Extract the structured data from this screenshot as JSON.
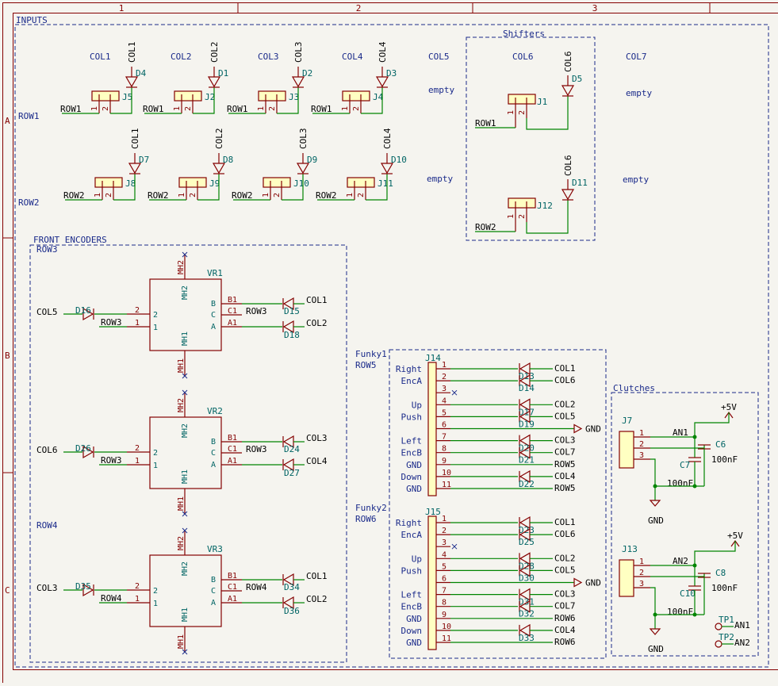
{
  "frame": {
    "cols": [
      "1",
      "2",
      "3"
    ],
    "rows": [
      "A",
      "B",
      "C"
    ]
  },
  "sections": {
    "inputs": "INPUTS",
    "shifters": "Shifters",
    "front_encoders": "FRONT ENCODERS",
    "clutches": "Clutches"
  },
  "columns": [
    "COL1",
    "COL2",
    "COL3",
    "COL4",
    "COL5",
    "COL6",
    "COL7"
  ],
  "empty_label": "empty",
  "rows": {
    "row1": "ROW1",
    "row2": "ROW2",
    "row3": "ROW3",
    "row4": "ROW4",
    "row5": "ROW5",
    "row6": "ROW6"
  },
  "switches_row1": [
    {
      "ref": "J5",
      "diode": "D4",
      "col": "COL1"
    },
    {
      "ref": "J2",
      "diode": "D1",
      "col": "COL2"
    },
    {
      "ref": "J3",
      "diode": "D2",
      "col": "COL3"
    },
    {
      "ref": "J4",
      "diode": "D3",
      "col": "COL4"
    }
  ],
  "switches_row2": [
    {
      "ref": "J8",
      "diode": "D7",
      "col": "COL1"
    },
    {
      "ref": "J9",
      "diode": "D8",
      "col": "COL2"
    },
    {
      "ref": "J10",
      "diode": "D9",
      "col": "COL3"
    },
    {
      "ref": "J11",
      "diode": "D10",
      "col": "COL4"
    }
  ],
  "shifters": [
    {
      "ref": "J1",
      "diode": "D5",
      "col": "COL6",
      "row": "ROW1"
    },
    {
      "ref": "J12",
      "diode": "D11",
      "col": "COL6",
      "row": "ROW2"
    }
  ],
  "encoders": [
    {
      "ref": "VR1",
      "row_title": "ROW3",
      "in_col": "COL5",
      "in_diode": "D16",
      "row": "ROW3",
      "b_col": "COL1",
      "b_diode": "D15",
      "a_col": "COL2",
      "a_diode": "D18"
    },
    {
      "ref": "VR2",
      "row_title": "",
      "in_col": "COL6",
      "in_diode": "D26",
      "row": "ROW3",
      "b_col": "COL3",
      "b_diode": "D24",
      "a_col": "COL4",
      "a_diode": "D27"
    },
    {
      "ref": "VR3",
      "row_title": "ROW4",
      "in_col": "COL3",
      "in_diode": "D35",
      "row": "ROW4",
      "b_col": "COL1",
      "b_diode": "D34",
      "a_col": "COL2",
      "a_diode": "D36"
    }
  ],
  "encoder_pins": {
    "mh2": "MH2",
    "mh1": "MH1",
    "b": "B",
    "c": "C",
    "a": "A",
    "b1": "B1",
    "c1": "C1",
    "a1": "A1",
    "p2": "2",
    "p1": "1"
  },
  "funky": [
    {
      "name": "Funky1",
      "row": "ROW5",
      "ref": "J14",
      "labels": [
        "Right",
        "EncA",
        "",
        "Up",
        "Push",
        "",
        "Left",
        "EncB",
        "GND",
        "Down",
        "GND"
      ],
      "nets": [
        "COL1",
        "COL6",
        "",
        "COL2",
        "COL5",
        "GND",
        "COL3",
        "COL7",
        "ROW5",
        "COL4",
        "ROW5"
      ],
      "diodes": [
        "D13",
        "D14",
        "",
        "D17",
        "D19",
        "",
        "D20",
        "D21",
        "",
        "D22",
        ""
      ]
    },
    {
      "name": "Funky2",
      "row": "ROW6",
      "ref": "J15",
      "labels": [
        "Right",
        "EncA",
        "",
        "Up",
        "Push",
        "",
        "Left",
        "EncB",
        "GND",
        "Down",
        "GND"
      ],
      "nets": [
        "COL1",
        "COL6",
        "",
        "COL2",
        "COL5",
        "GND",
        "COL3",
        "COL7",
        "ROW6",
        "COL4",
        "ROW6"
      ],
      "diodes": [
        "D23",
        "D25",
        "",
        "D28",
        "D30",
        "",
        "D31",
        "D32",
        "",
        "D33",
        ""
      ]
    }
  ],
  "pin_numbers": [
    "1",
    "2",
    "3",
    "4",
    "5",
    "6",
    "7",
    "8",
    "9",
    "10",
    "11"
  ],
  "clutches": [
    {
      "ref": "J7",
      "net": "AN1",
      "supply": "+5V",
      "cap_a": "C6",
      "cap_a_val": "100nF",
      "cap_b": "C7",
      "cap_b_val": "100nF",
      "gnd": "GND"
    },
    {
      "ref": "J13",
      "net": "AN2",
      "supply": "+5V",
      "cap_a": "C8",
      "cap_a_val": "100nF",
      "cap_b": "C10",
      "cap_b_val": "100nF",
      "gnd": "GND"
    }
  ],
  "test_points": [
    {
      "ref": "TP1",
      "net": "AN1"
    },
    {
      "ref": "TP2",
      "net": "AN2"
    }
  ]
}
